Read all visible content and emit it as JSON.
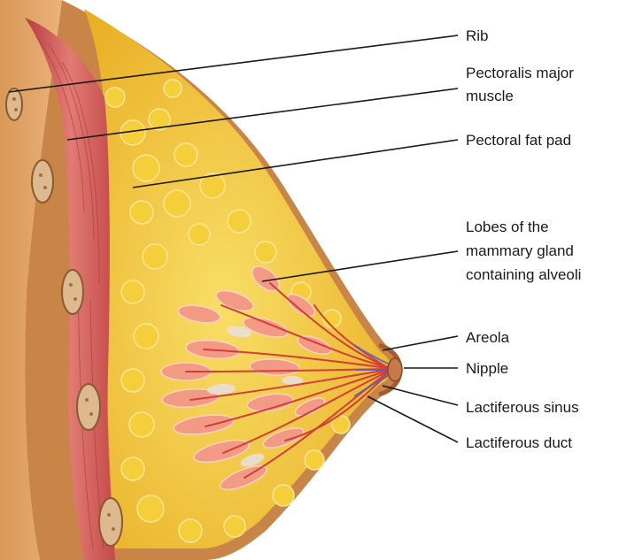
{
  "labels": {
    "rib": "Rib",
    "pectoralis_line1": "Pectoralis major",
    "pectoralis_line2": "muscle",
    "fat_pad": "Pectoral fat pad",
    "lobes_line1": "Lobes of the",
    "lobes_line2": "mammary gland",
    "lobes_line3": "containing alveoli",
    "areola": "Areola",
    "nipple": "Nipple",
    "sinus": "Lactiferous sinus",
    "duct": "Lactiferous duct"
  },
  "colors": {
    "skin": "#e7a367",
    "skin_dark": "#b5723a",
    "muscle": "#c94a4a",
    "muscle_light": "#e07a72",
    "fat": "#f2c02b",
    "fat_light": "#f8de66",
    "gland": "#f08f7a",
    "duct": "#d23f3a",
    "rib": "#d8b58a"
  }
}
